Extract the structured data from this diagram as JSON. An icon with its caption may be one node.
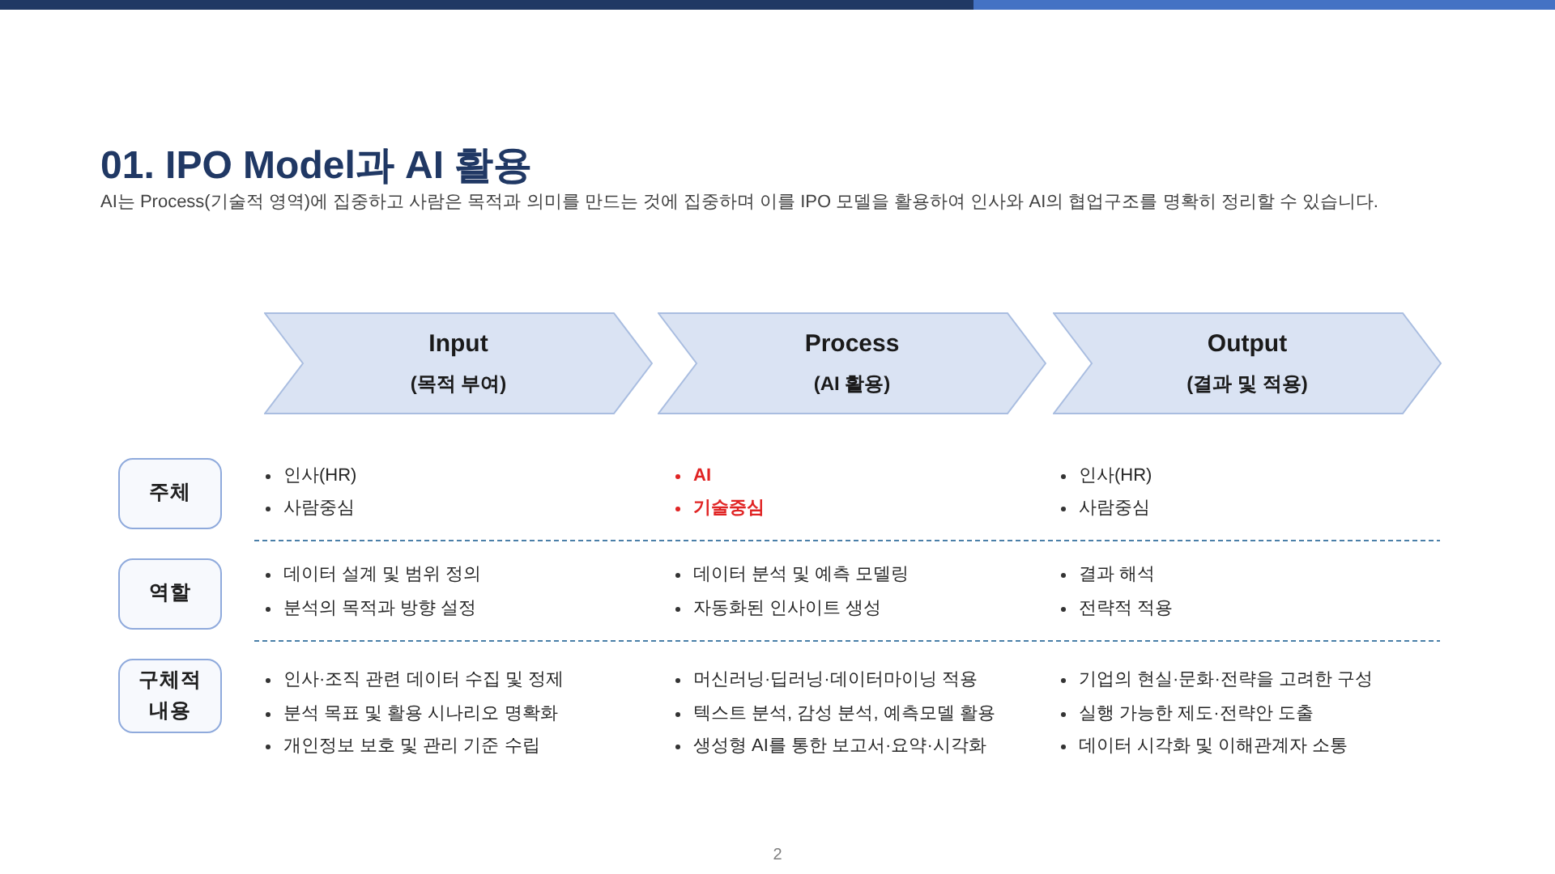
{
  "diagram": {
    "title": "01. IPO Model과 AI 활용",
    "nodes": [
      {
        "text": [
          "Input",
          "(목적 부여)"
        ]
      },
      {
        "text": [
          "Process",
          "(AI 활용)"
        ]
      },
      {
        "text": [
          "Output",
          "(결과 및 적용)"
        ]
      },
      {
        "text": [
          "주체"
        ]
      },
      {
        "text": [
          "역할"
        ]
      },
      {
        "text": [
          "구체적 내용"
        ]
      }
    ],
    "labels": [
      "AI는 Process(기술적 영역)에 집중하고 사람은 목적과 의미를 만드는 것에 집중하며 이를 IPO 모델을 활용하여 인사와 AI의 협업구조를 명확히 정리할 수 있습니다.",
      "인사(HR)",
      "사람중심",
      "AI",
      "기술중심",
      "인사(HR)",
      "사람중심",
      "데이터 설계 및 범위 정의",
      "분석의 목적과 방향 설정",
      "데이터 분석 및 예측 모델링",
      "자동화된 인사이트 생성",
      "결과 해석",
      "전략적 적용",
      "인사·조직 관련 데이터 수집 및 정제",
      "분석 목표 및 활용 시나리오 명확화",
      "개인정보 보호 및 관리 기준 수립",
      "머신러닝·딥러닝·데이터마이닝 적용",
      "텍스트 분석, 감성 분석, 예측모델 활용",
      "생성형 AI를 통한 보고서·요약·시각화",
      "기업의 현실·문화·전략을 고려한 구성",
      "실행 가능한 제도·전략안 도출",
      "데이터 시각화 및 이해관계자 소통",
      "2"
    ]
  }
}
